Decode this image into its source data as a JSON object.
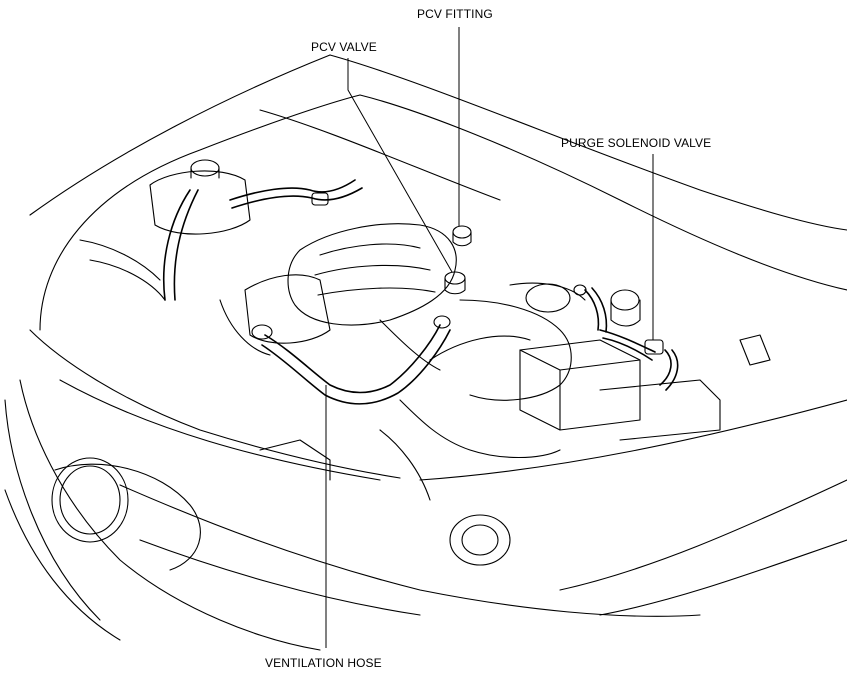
{
  "diagram": {
    "labels": {
      "pcv_fitting": "PCV FITTING",
      "pcv_valve": "PCV VALVE",
      "purge_solenoid_valve": "PURGE SOLENOID VALVE",
      "ventilation_hose": "VENTILATION HOSE"
    },
    "colors": {
      "line": "#000000",
      "background": "#ffffff"
    }
  }
}
